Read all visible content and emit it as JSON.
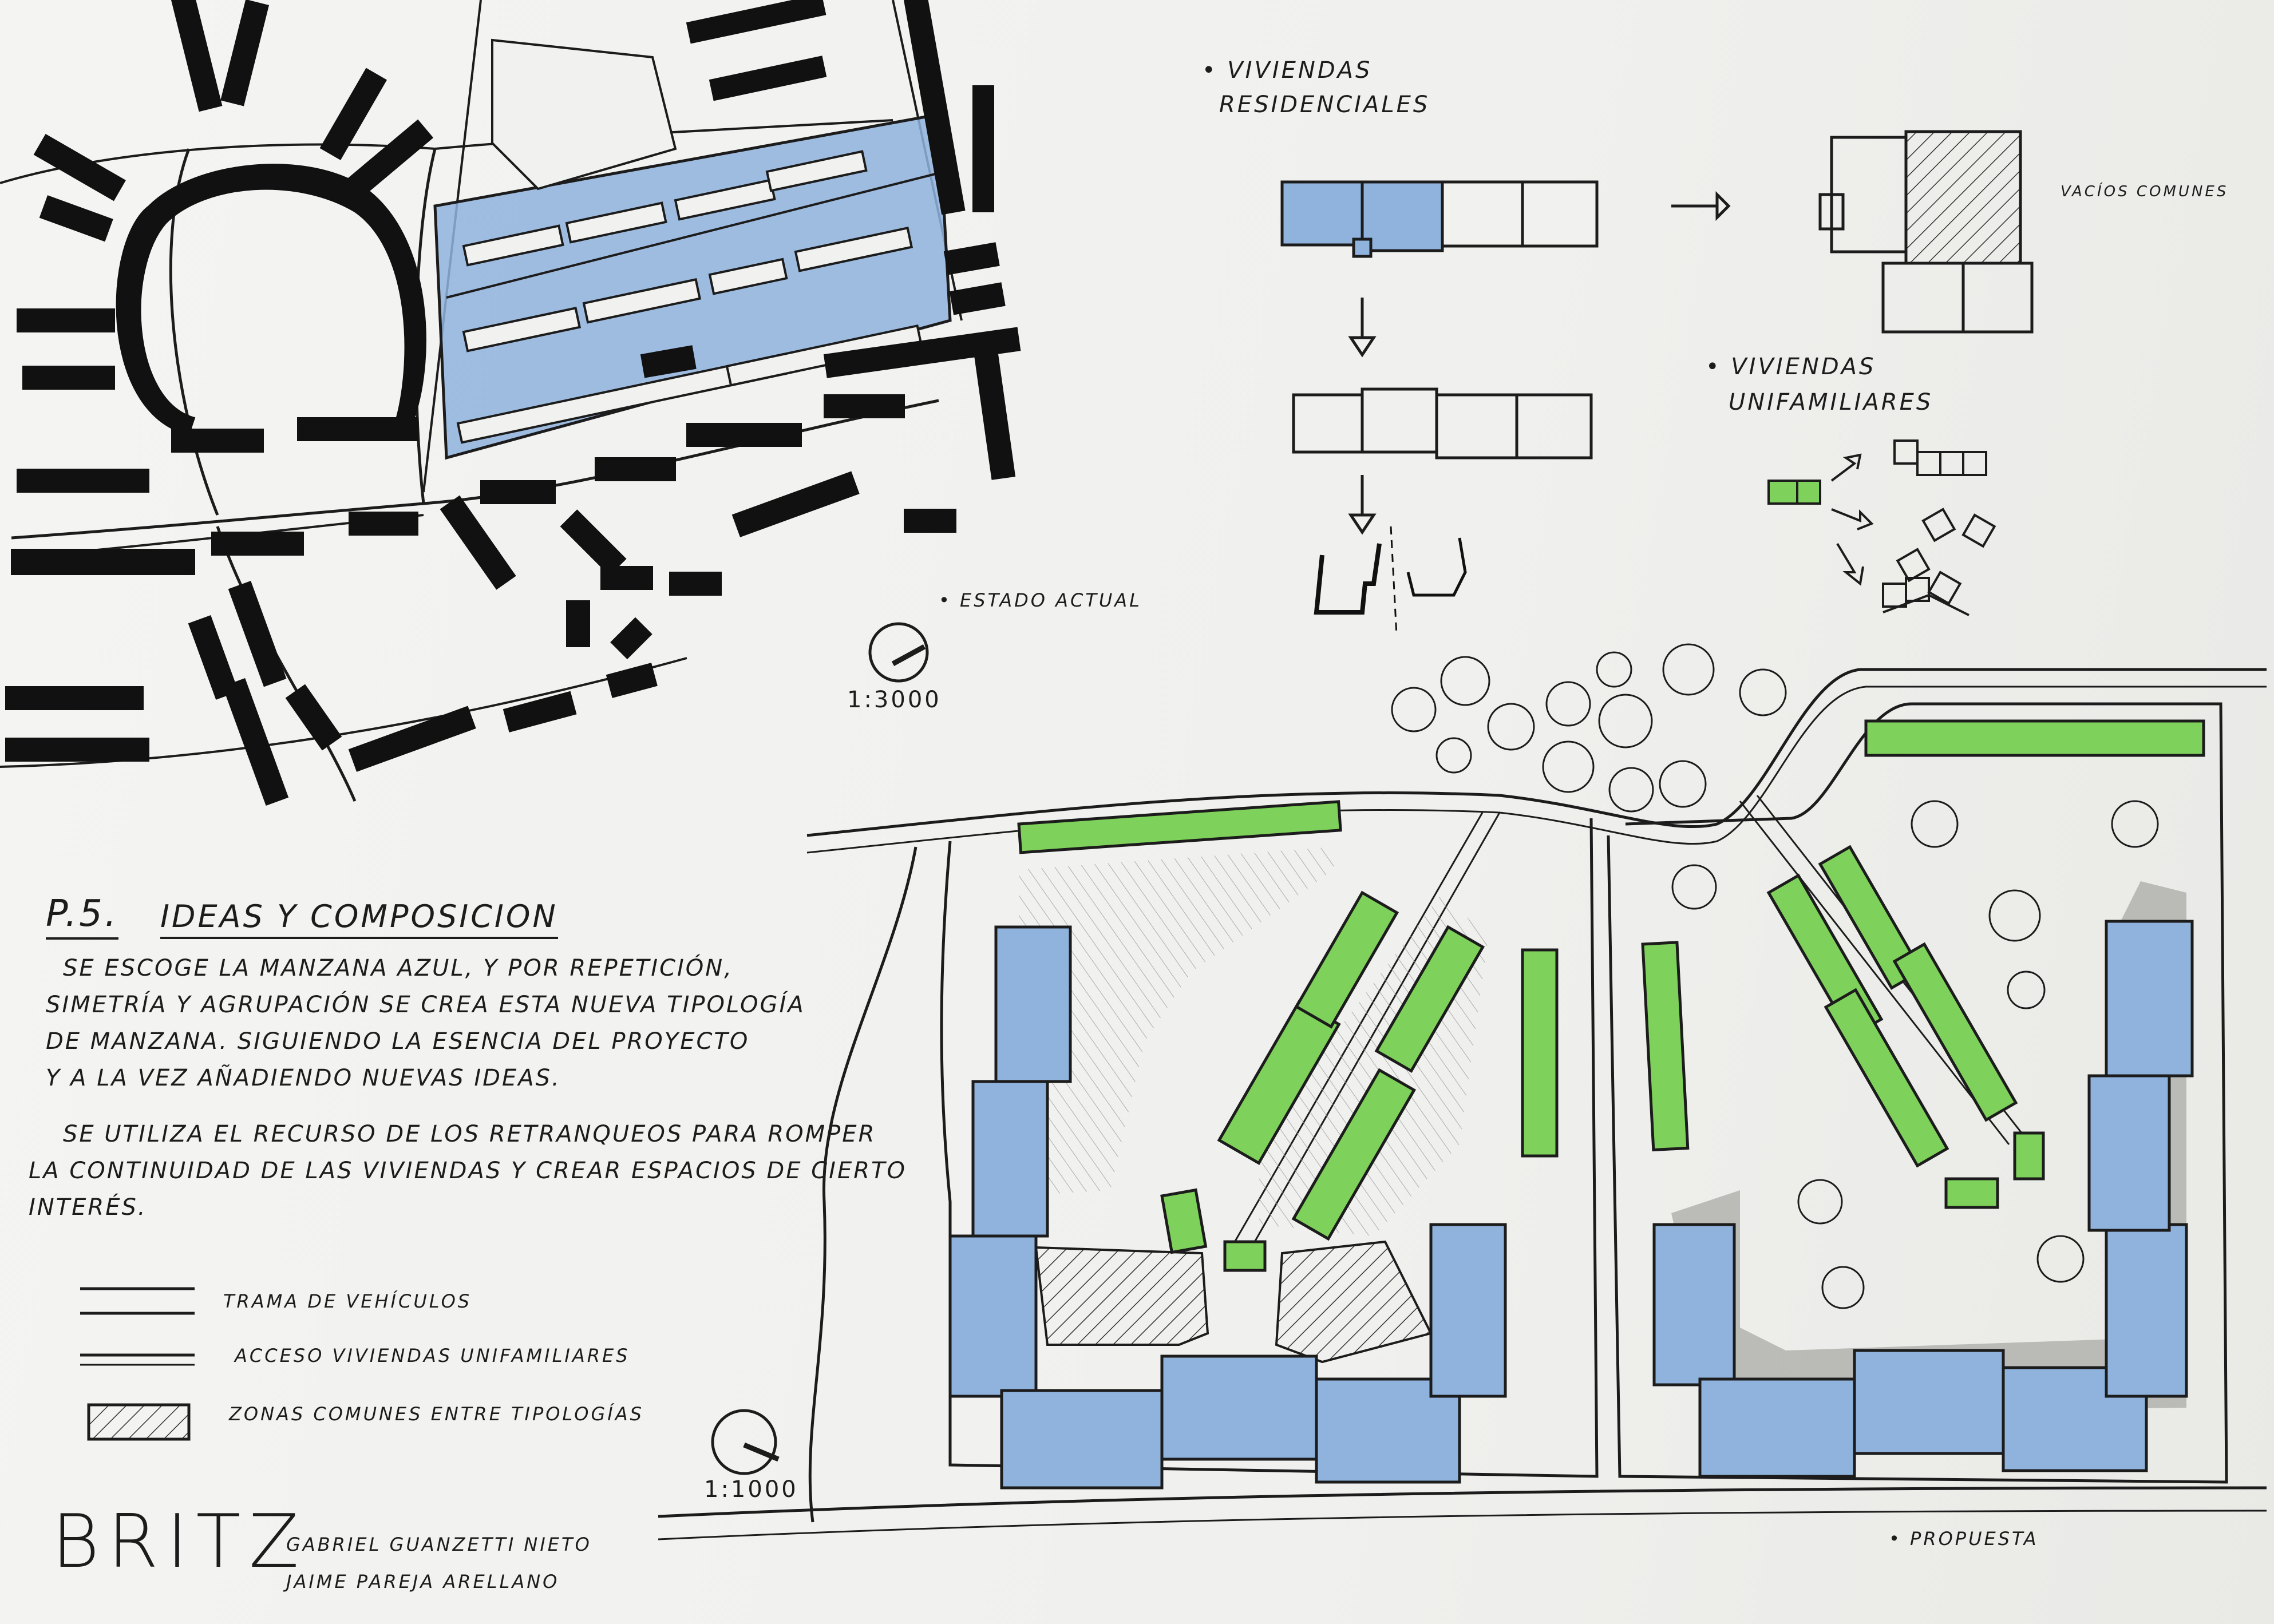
{
  "title": {
    "code": "P.5.",
    "heading": "IDEAS Y COMPOSICION"
  },
  "paragraphs": [
    "SE ESCOGE LA MANZANA AZUL, Y POR REPETICIÓN,",
    "SIMETRÍA Y AGRUPACIÓN SE CREA ESTA NUEVA TIPOLOGÍA",
    "DE MANZANA. SIGUIENDO LA ESENCIA DEL PROYECTO",
    "Y A LA VEZ AÑADIENDO NUEVAS IDEAS.",
    "SE UTILIZA EL RECURSO DE LOS RETRANQUEOS PARA ROMPER",
    "LA CONTINUIDAD DE LAS VIVIENDAS Y CREAR ESPACIOS DE CIERTO",
    "INTERÉS."
  ],
  "legend": {
    "vehicles": "TRAMA DE VEHÍCULOS",
    "access": "ACCESO VIVIENDAS UNIFAMILIARES",
    "common": "ZONAS COMUNES ENTRE TIPOLOGÍAS"
  },
  "labels": {
    "residential_1": "• VIVIENDAS",
    "residential_2": "RESIDENCIALES",
    "voids": "VACÍOS COMUNES",
    "single_family_1": "• VIVIENDAS",
    "single_family_2": "UNIFAMILIARES",
    "current_state": "• ESTADO ACTUAL",
    "proposal": "• PROPUESTA",
    "scale_small": "1:3000",
    "scale_large": "1:1000"
  },
  "brand": "BRITZ",
  "authors": [
    "GABRIEL GUANZETTI NIETO",
    "JAIME PAREJA ARELLANO"
  ],
  "colors": {
    "ink": "#1c1c1c",
    "blue": "#8fb3dd",
    "green": "#7ed15a",
    "shadow": "#a9a9a6",
    "paper": "#f1f1ef"
  }
}
